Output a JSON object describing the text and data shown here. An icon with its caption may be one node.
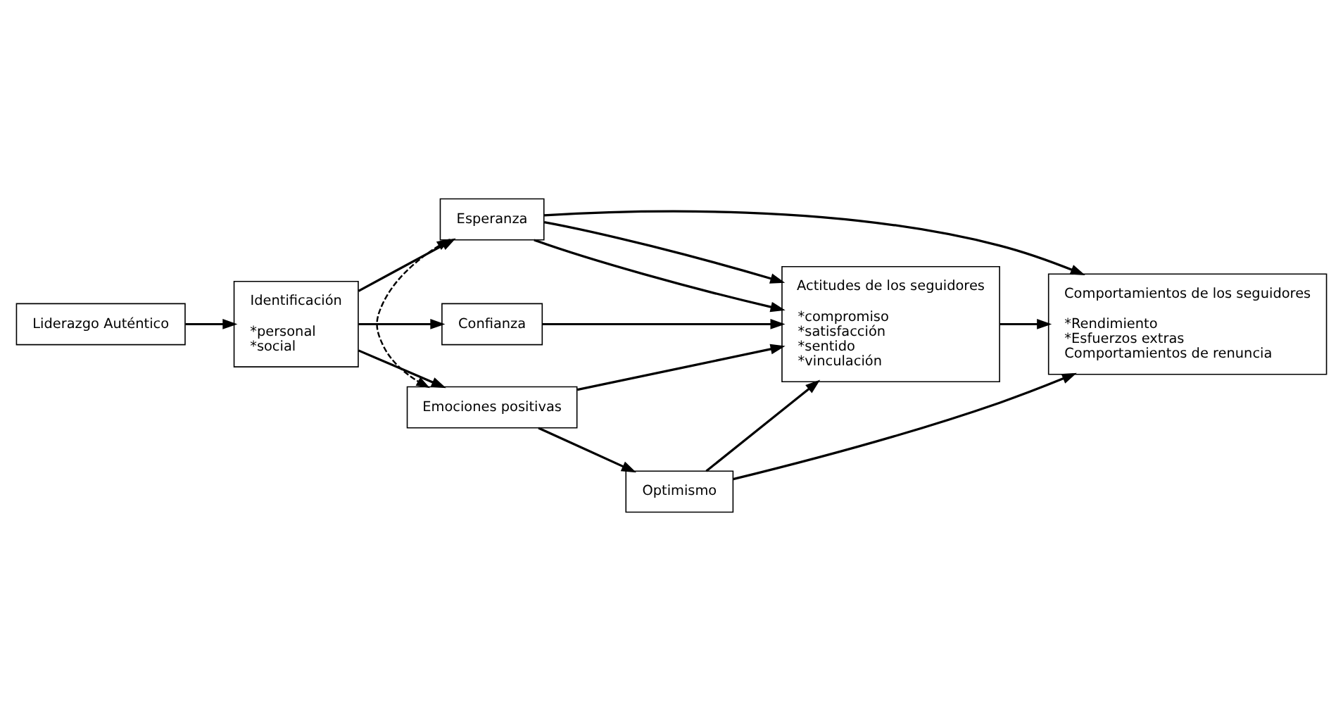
{
  "diagram": {
    "nodes": [
      {
        "text": [
          "Liderazgo Auténtico"
        ]
      },
      {
        "text": [
          "Identificación",
          "*personal",
          "*social"
        ]
      },
      {
        "text": [
          "Esperanza"
        ]
      },
      {
        "text": [
          "Confianza"
        ]
      },
      {
        "text": [
          "Emociones positivas"
        ]
      },
      {
        "text": [
          "Actitudes de los seguidores",
          "*compromiso",
          "*satisfacción",
          "*sentido",
          "*vinculación"
        ]
      },
      {
        "text": [
          "Comportamientos de los seguidores",
          "*Rendimiento",
          "*Esfuerzos extras",
          "Comportamientos de renuncia"
        ]
      },
      {
        "text": [
          "Optimismo"
        ]
      }
    ],
    "edges": [
      {
        "from": 0,
        "to": 1,
        "arrow": "to"
      },
      {
        "from": 1,
        "to": 2,
        "arrow": "to"
      },
      {
        "from": 1,
        "to": 3,
        "arrow": "to"
      },
      {
        "from": 1,
        "to": 4,
        "arrow": "to"
      },
      {
        "from": 2,
        "to": 5,
        "arrow": "to"
      },
      {
        "from": 3,
        "to": 5,
        "arrow": "to"
      },
      {
        "from": 4,
        "to": 5,
        "arrow": "to"
      },
      {
        "from": 2,
        "to": 4,
        "arrow": "both",
        "style": "dashed"
      },
      {
        "from": 2,
        "to": 5,
        "arrow": "to"
      },
      {
        "from": 2,
        "to": 6,
        "arrow": "to"
      },
      {
        "from": 5,
        "to": 6,
        "arrow": "to"
      },
      {
        "from": 4,
        "to": 7,
        "arrow": "to"
      },
      {
        "from": 7,
        "to": 5,
        "arrow": "to"
      },
      {
        "from": 7,
        "to": 6,
        "arrow": "to"
      }
    ]
  }
}
